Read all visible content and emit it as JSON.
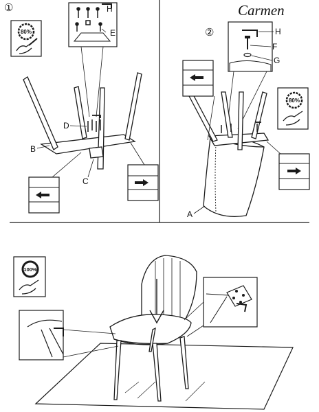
{
  "brand": "Carmen",
  "steps": [
    {
      "number": "①",
      "torque": "80%"
    },
    {
      "number": "②",
      "torque": "80%"
    },
    {
      "number": "",
      "torque": "100%"
    }
  ],
  "part_labels": {
    "A": "A",
    "B": "B",
    "C": "C",
    "D": "D",
    "E": "E",
    "F": "F",
    "G": "G",
    "H1": "H",
    "H2": "H"
  },
  "colors": {
    "line": "#1a1a1a",
    "fill": "#ffffff"
  },
  "icons": [
    "torque-dial-icon",
    "hex-key-icon",
    "arrow-left-icon",
    "arrow-right-icon",
    "arrow-down-icon"
  ]
}
